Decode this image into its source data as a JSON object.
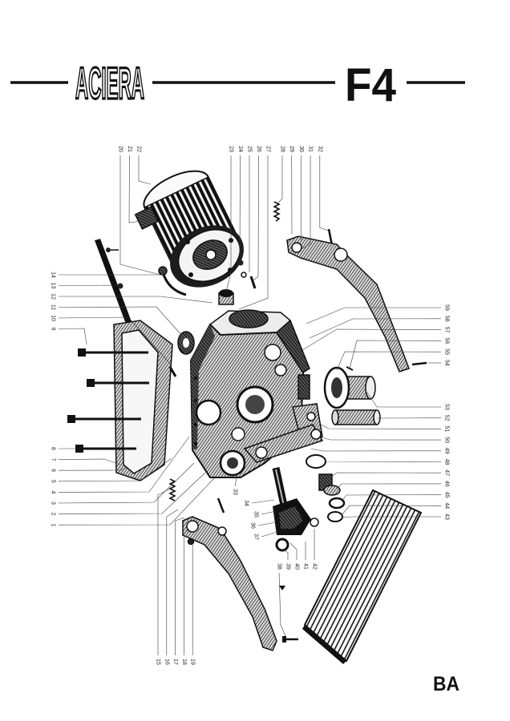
{
  "header": {
    "logo_text": "ACIERA",
    "model": "F4"
  },
  "footer": {
    "page_code": "BA"
  },
  "callouts": {
    "left_upper": [
      "14",
      "13",
      "12",
      "11",
      "10",
      "9"
    ],
    "left_lower": [
      "8",
      "7",
      "6",
      "5",
      "4",
      "3",
      "2",
      "1"
    ],
    "top_motor": [
      "20",
      "21",
      "22"
    ],
    "top_middle": [
      "23",
      "24",
      "25",
      "26",
      "27"
    ],
    "top_right": [
      "28",
      "29",
      "30",
      "31",
      "32"
    ],
    "right_upper": [
      "59",
      "58",
      "57",
      "56",
      "55",
      "54"
    ],
    "right_lower": [
      "53",
      "52",
      "51",
      "50",
      "49",
      "48",
      "47",
      "46",
      "45",
      "44",
      "43"
    ],
    "bottom_left": [
      "15",
      "16",
      "17",
      "18",
      "19"
    ],
    "center": [
      "33",
      "34",
      "35",
      "36",
      "37"
    ],
    "center_bottom": [
      "38",
      "39",
      "40",
      "41",
      "42"
    ]
  }
}
